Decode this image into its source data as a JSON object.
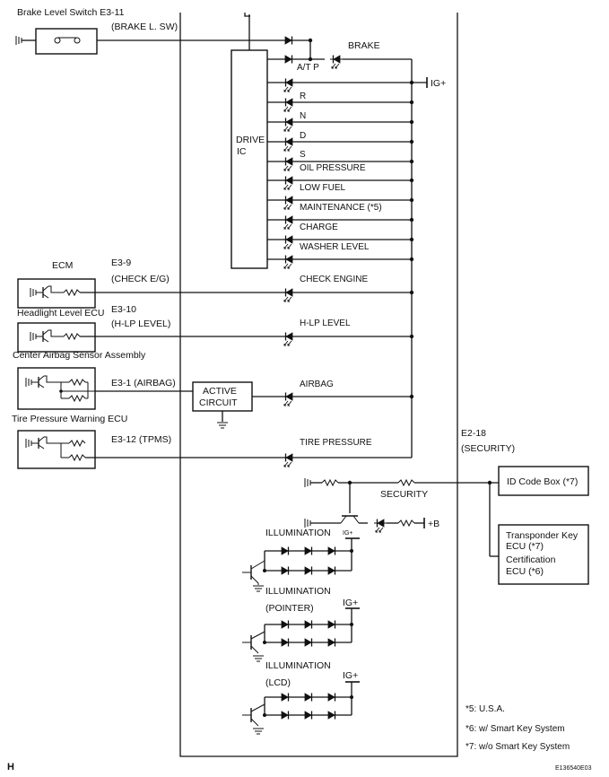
{
  "brake_switch": {
    "title": "Brake Level Switch E3-11",
    "pin": "(BRAKE L. SW)"
  },
  "drive_ic": {
    "line1": "DRIVE",
    "line2": "IC"
  },
  "indicators": {
    "brake": "BRAKE",
    "at_p": "A/T P",
    "r": "R",
    "n": "N",
    "d": "D",
    "s": "S",
    "oil_pressure": "OIL PRESSURE",
    "low_fuel": "LOW FUEL",
    "maintenance": "MAINTENANCE (*5)",
    "charge": "CHARGE",
    "washer_level": "WASHER LEVEL",
    "check_engine": "CHECK ENGINE",
    "hlp_level": "H-LP LEVEL",
    "airbag": "AIRBAG",
    "tire_pressure": "TIRE PRESSURE",
    "security": "SECURITY"
  },
  "power": {
    "ig": "IG+",
    "b": "+B"
  },
  "ecus": {
    "ecm": {
      "title": "ECM",
      "terminal": "E3-9",
      "pin": "(CHECK E/G)"
    },
    "headlight": {
      "title": "Headlight Level ECU",
      "terminal": "E3-10",
      "pin": "(H-LP LEVEL)"
    },
    "airbag": {
      "title": "Center Airbag Sensor Assembly",
      "terminal": "E3-1 (AIRBAG)"
    },
    "tpms": {
      "title": "Tire Pressure Warning ECU",
      "terminal": "E3-12 (TPMS)"
    }
  },
  "active_circuit": {
    "line1": "ACTIVE",
    "line2": "CIRCUIT"
  },
  "security_terminal": {
    "terminal": "E2-18",
    "pin": "(SECURITY)"
  },
  "right_boxes": {
    "id_code": "ID Code Box (*7)",
    "transponder_1": "Transponder Key",
    "transponder_2": "ECU (*7)",
    "certification_1": "Certification",
    "certification_2": "ECU (*6)"
  },
  "illumination": {
    "main": "ILLUMINATION",
    "pointer_title": "ILLUMINATION",
    "pointer_sub": "(POINTER)",
    "lcd_title": "ILLUMINATION",
    "lcd_sub": "(LCD)"
  },
  "notes": {
    "n5": "*5: U.S.A.",
    "n6": "*6: w/ Smart Key System",
    "n7": "*7: w/o Smart Key System"
  },
  "footer": {
    "left": "H",
    "right": "E136540E03"
  }
}
